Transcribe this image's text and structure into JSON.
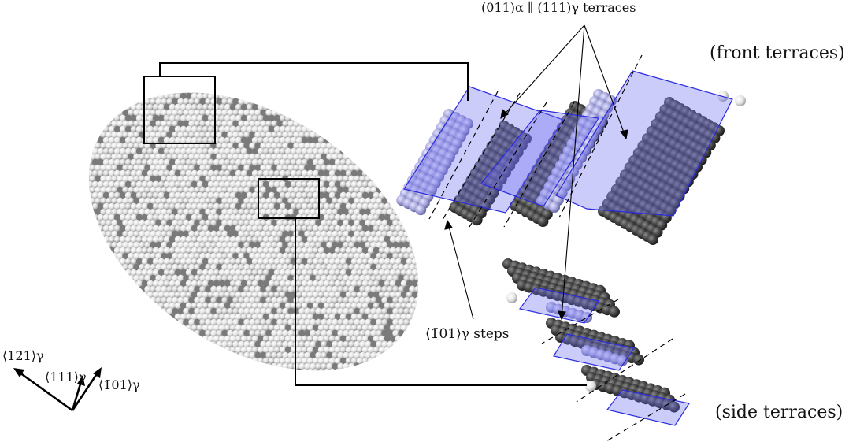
{
  "labels": {
    "terraces_relation": "(011)α ∥ (111)γ terraces",
    "front_terraces": "(front terraces)",
    "side_terraces": "(side terraces)",
    "steps": "⟨1̄01⟩γ steps"
  },
  "axes": {
    "a1": "⟨12̄1⟩γ",
    "a2": "⟨111⟩γ",
    "a3": "⟨1̄01⟩γ"
  },
  "colors": {
    "sphere_light": "#e8e8e8",
    "sphere_mid": "#a0a0a0",
    "sphere_dark": "#3c3c3c",
    "sphere_blue": "#9c9cd8",
    "terrace_fill": "#6c6cf0",
    "terrace_edge": "#2a2ae0",
    "frame": "#000000"
  }
}
